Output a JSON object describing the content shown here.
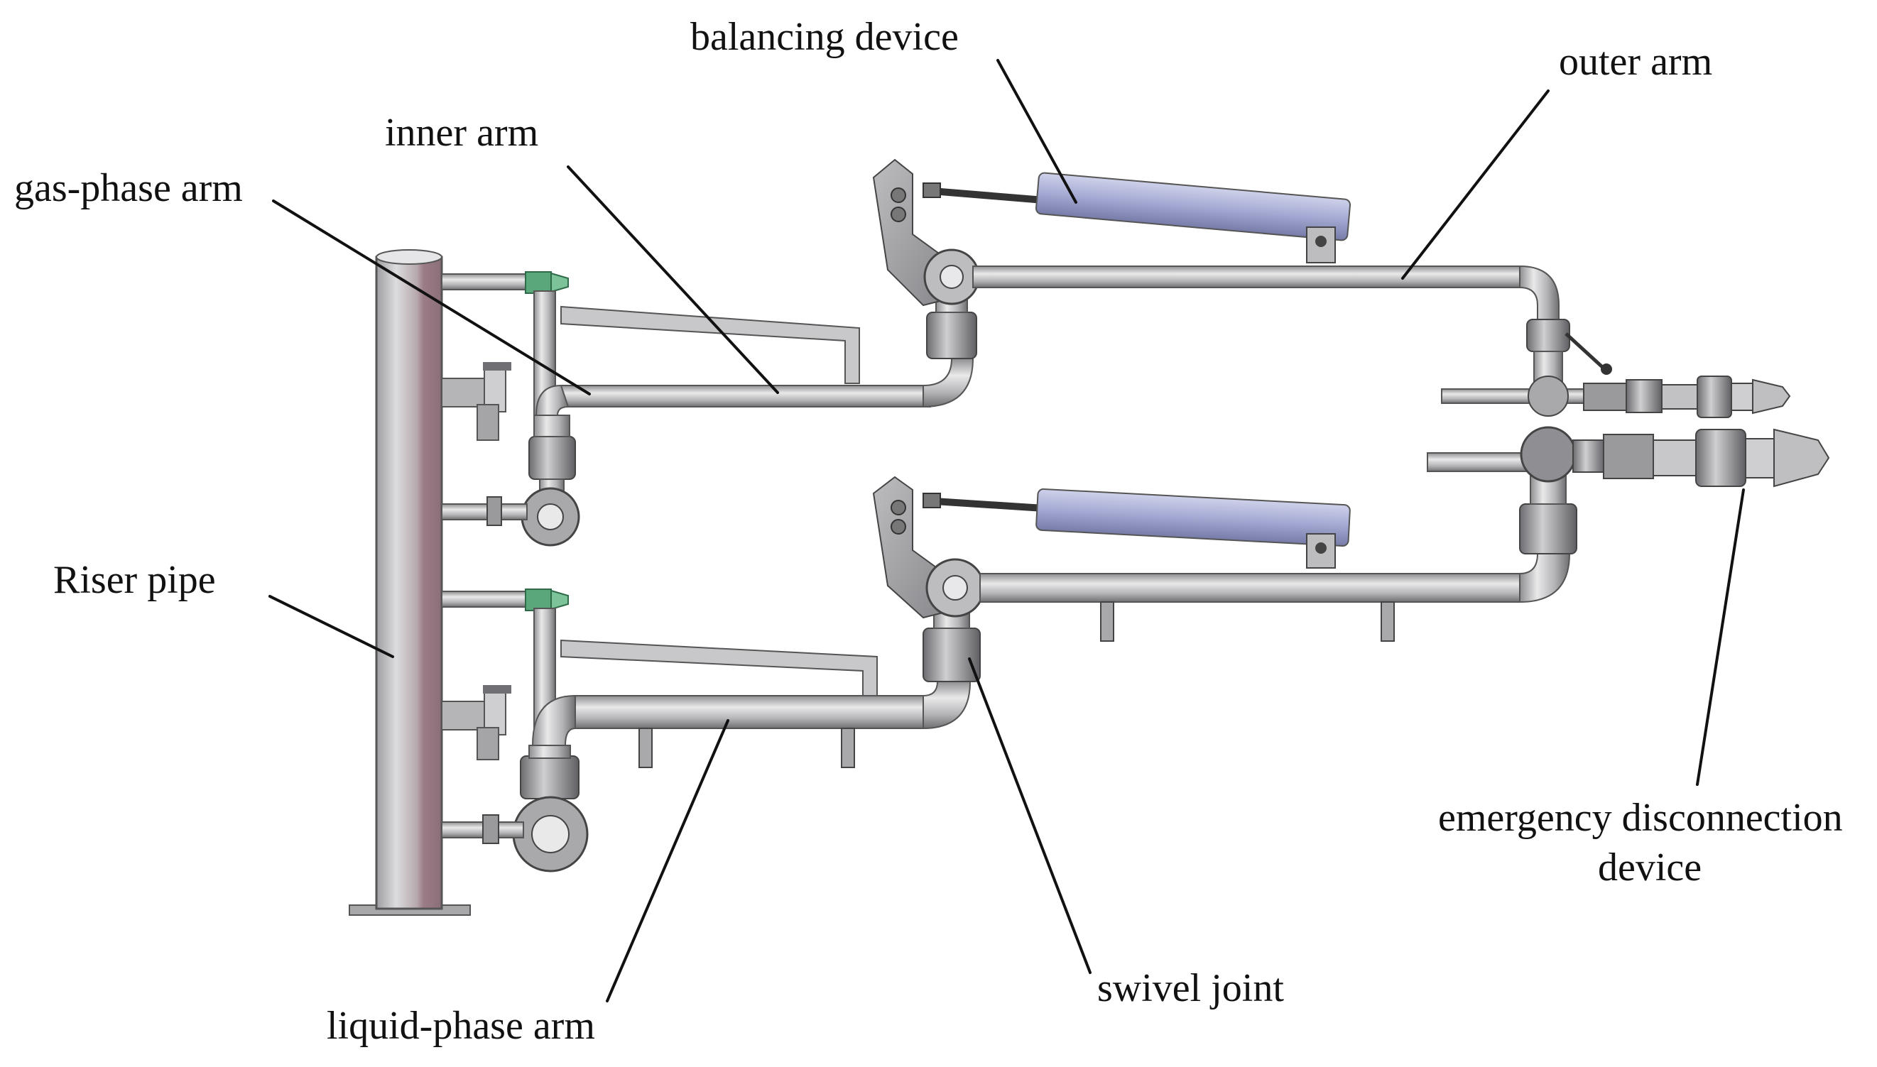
{
  "labels": {
    "balancing_device": "balancing device",
    "outer_arm": "outer arm",
    "inner_arm": "inner arm",
    "gas_phase_arm": "gas-phase arm",
    "riser_pipe": "Riser pipe",
    "emergency_disconnection_line1": "emergency disconnection",
    "emergency_disconnection_line2": "device",
    "swivel_joint": "swivel joint",
    "liquid_phase_arm": "liquid-phase arm"
  },
  "colors": {
    "pipe": "#b9b9bc",
    "pipe_dark": "#7d7d80",
    "riser": "#b8a8ad",
    "riser_dark": "#8a6f78",
    "cylinder": "#a9aed6",
    "cylinder_dark": "#6f74a3",
    "valve_green": "#5aa77c",
    "leader": "#111111"
  }
}
